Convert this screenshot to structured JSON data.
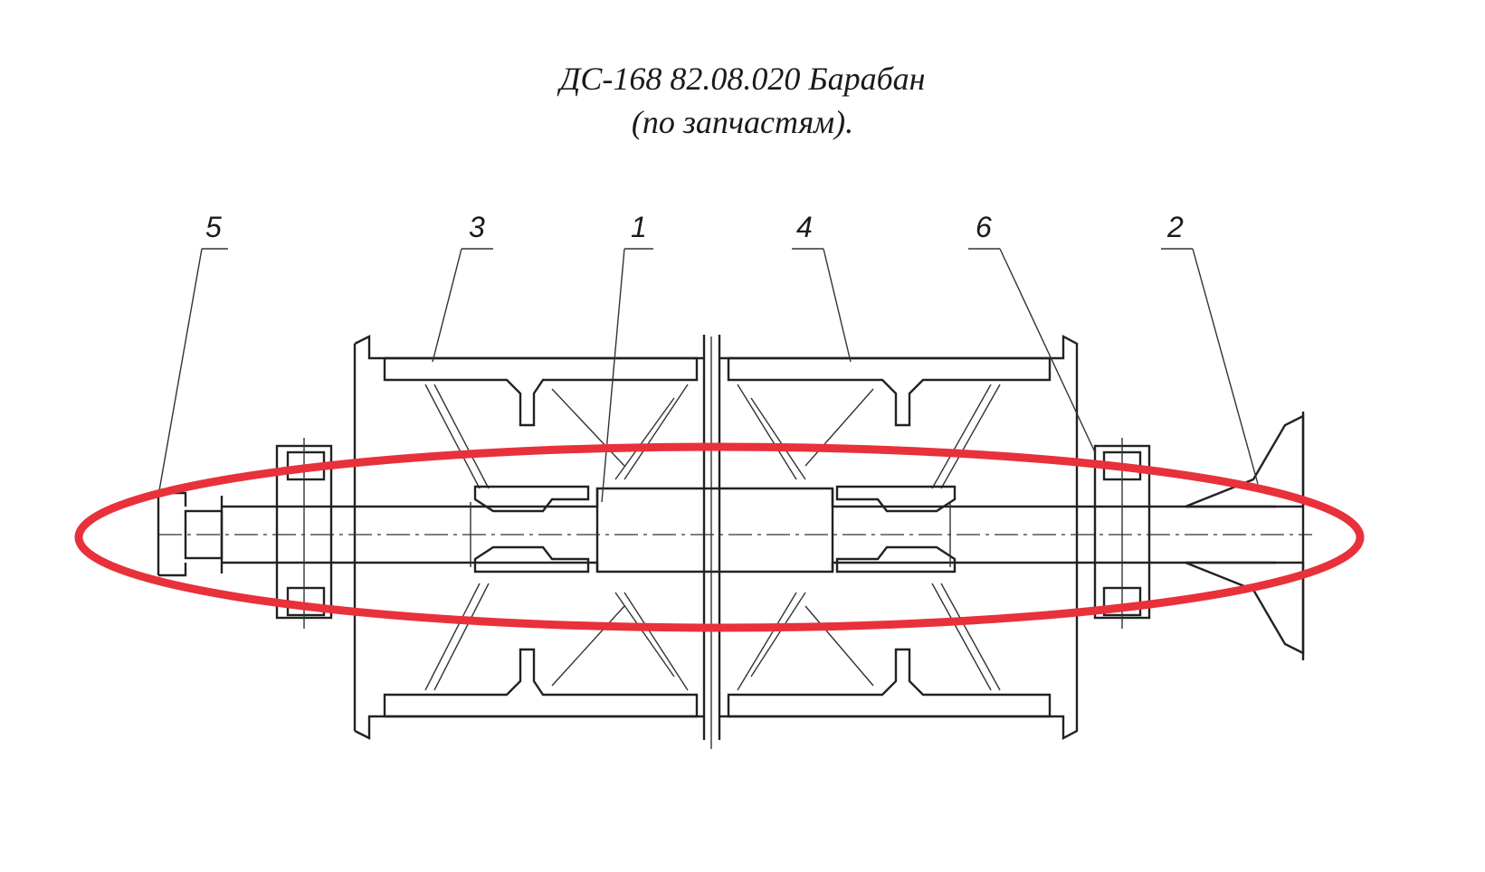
{
  "title": {
    "line1": "ДС-168 82.08.020 Барабан",
    "line2": "(по запчастям)."
  },
  "callouts": [
    {
      "id": "5",
      "label": "5"
    },
    {
      "id": "3",
      "label": "3"
    },
    {
      "id": "1",
      "label": "1"
    },
    {
      "id": "4",
      "label": "4"
    },
    {
      "id": "6",
      "label": "6"
    },
    {
      "id": "2",
      "label": "2"
    }
  ],
  "colors": {
    "linework": "#222222",
    "highlight": "#e8313a",
    "background": "#ffffff"
  }
}
